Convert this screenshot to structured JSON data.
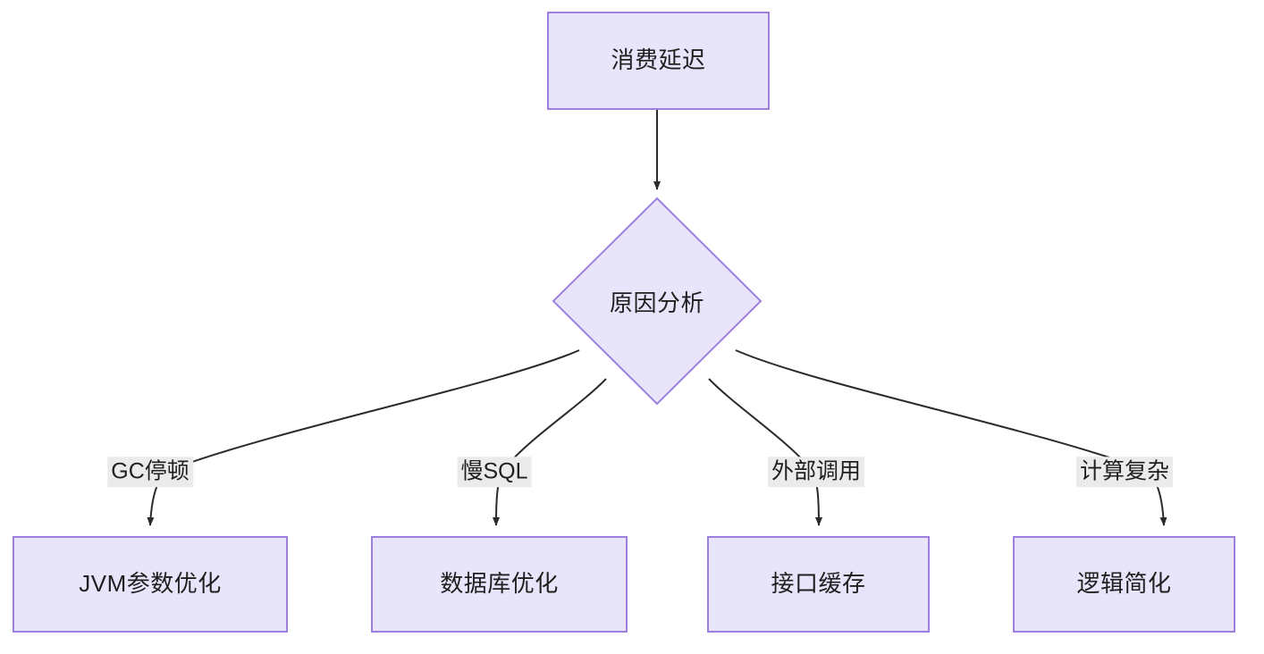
{
  "diagram": {
    "type": "flowchart",
    "direction": "top-down",
    "background_color": "#ffffff",
    "node_fill_color": "#e8e5fb",
    "node_border_color": "#9d7fe0",
    "edge_color": "#2b2b2b",
    "edge_label_background": "#ebebeb",
    "text_color": "#1f1f1f",
    "nodes": [
      {
        "id": "start",
        "label": "消费延迟",
        "shape": "rectangle"
      },
      {
        "id": "decision",
        "label": "原因分析",
        "shape": "diamond"
      },
      {
        "id": "jvm",
        "label": "JVM参数优化",
        "shape": "rectangle"
      },
      {
        "id": "db",
        "label": "数据库优化",
        "shape": "rectangle"
      },
      {
        "id": "cache",
        "label": "接口缓存",
        "shape": "rectangle"
      },
      {
        "id": "logic",
        "label": "逻辑简化",
        "shape": "rectangle"
      }
    ],
    "edges": [
      {
        "from": "start",
        "to": "decision",
        "label": ""
      },
      {
        "from": "decision",
        "to": "jvm",
        "label": "GC停顿"
      },
      {
        "from": "decision",
        "to": "db",
        "label": "慢SQL"
      },
      {
        "from": "decision",
        "to": "cache",
        "label": "外部调用"
      },
      {
        "from": "decision",
        "to": "logic",
        "label": "计算复杂"
      }
    ]
  }
}
